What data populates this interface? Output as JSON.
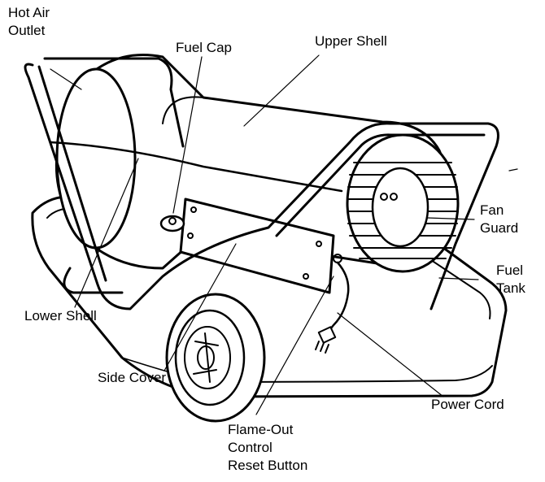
{
  "labels": {
    "hot_air_outlet": [
      "Hot Air",
      "Outlet"
    ],
    "fuel_cap": "Fuel Cap",
    "upper_shell": "Upper Shell",
    "fan_guard": [
      "Fan",
      "Guard"
    ],
    "fuel_tank": [
      "Fuel",
      "Tank"
    ],
    "lower_shell": "Lower Shell",
    "side_cover": "Side Cover",
    "power_cord": "Power Cord",
    "flame_out": [
      "Flame-Out",
      "Control",
      "Reset Button"
    ]
  }
}
